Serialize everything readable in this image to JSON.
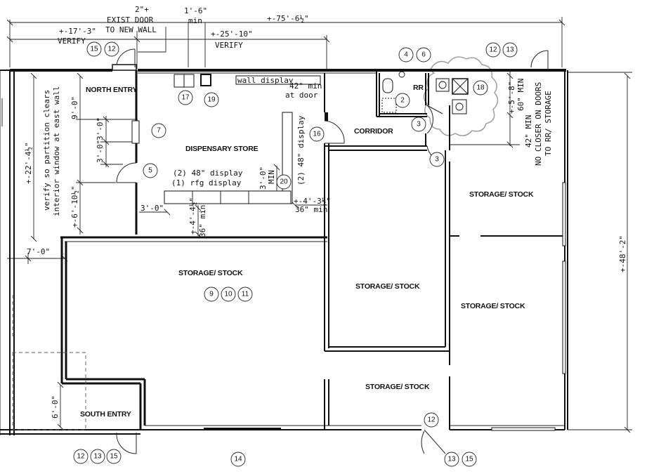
{
  "rooms": {
    "north_entry": "NORTH ENTRY",
    "dispensary": "DISPENSARY STORE",
    "corridor": "CORRIDOR",
    "rr": "RR",
    "storage_ne": "STORAGE/ STOCK",
    "storage_w": "STORAGE/ STOCK",
    "storage_c": "STORAGE/ STOCK",
    "storage_e": "STORAGE/ STOCK",
    "storage_s": "STORAGE/ STOCK",
    "south_entry": "SOUTH ENTRY"
  },
  "dims": {
    "exist_door_a": "2\"+",
    "exist_door_b": "EXIST DOOR",
    "exist_door_c": "TO NEW WALL",
    "one_six": "1'-6\"",
    "min": "min",
    "total_width": "+-75'-6½\"",
    "left_width": "+-17'-3\"",
    "verify": "VERIFY",
    "mid_width": "+-25'-10\"",
    "verify2": "VERIFY",
    "nine": "9'-0\"",
    "three_a": "3'-0\"",
    "three_b": "3'-0\"",
    "three_c": "3'-0\"",
    "six_ten": "+-6'-10½\"",
    "partition_1": "verify so partition clears",
    "partition_2": "interior window at east wall",
    "height_left": "+-22'-4½\"",
    "seven": "7'-0\"",
    "three_d": "3'-0\"",
    "four_four": "+-4'-4½\"",
    "thirtysix_a": "36\" min",
    "three_min_a": "3'-0\"",
    "three_min_b": "MIN",
    "four_three": "+-4'-3½\"",
    "thirtysix_b": "36\" min",
    "six_zero": "6'-0\"",
    "five_eight": "+-5'-8\"",
    "sixty_min": "60\" MIN",
    "height_right": "+-48'-2\""
  },
  "notes": {
    "wall_display": "wall display",
    "door_min_a": "42\" min",
    "door_min_b": "at door",
    "display_a": "(2) 48\" display",
    "display_b": "(1) rfg display",
    "display_c": "(2) 48\" display",
    "closer_a": "42\" MIN",
    "closer_b": "NO CLOSER ON DOORS",
    "closer_c": "TO RR/ STORAGE"
  },
  "tags": {
    "t15a": "15",
    "t12a": "12",
    "t4": "4",
    "t6": "6",
    "t12b": "12",
    "t13a": "13",
    "t17": "17",
    "t19": "19",
    "t2": "2",
    "t18": "18",
    "t7": "7",
    "t16": "16",
    "t3a": "3",
    "t3b": "3",
    "t5": "5",
    "t20": "20",
    "t9": "9",
    "t10": "10",
    "t11": "11",
    "t12c": "12",
    "t12d": "12",
    "t13b": "13",
    "t15b": "15",
    "t14": "14",
    "t13c": "13",
    "t15c": "15"
  }
}
